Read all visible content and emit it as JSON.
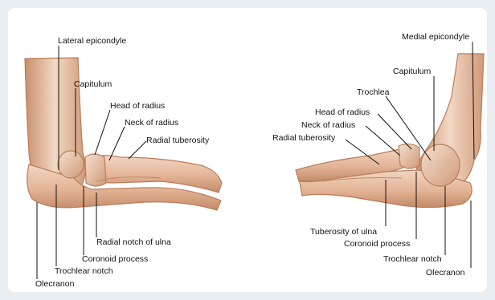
{
  "colors": {
    "page_background": "#e9eef2",
    "panel_background": "#ffffff",
    "bone_light": "#f0d2bd",
    "bone_mid": "#deac8c",
    "bone_dark": "#b97d5a",
    "label_text": "#111111"
  },
  "left_view": {
    "labels": {
      "lateral_epicondyle": "Lateral epicondyle",
      "capitulum": "Capitulum",
      "head_of_radius": "Head of radius",
      "neck_of_radius": "Neck of radius",
      "radial_tuberosity": "Radial tuberosity",
      "radial_notch_of_ulna": "Radial notch of ulna",
      "coronoid_process": "Coronoid process",
      "trochlear_notch": "Trochlear notch",
      "olecranon": "Olecranon"
    }
  },
  "right_view": {
    "labels": {
      "medial_epicondyle": "Medial epicondyle",
      "capitulum": "Capitulum",
      "trochlea": "Trochlea",
      "head_of_radius": "Head of radius",
      "neck_of_radius": "Neck of radius",
      "radial_tuberosity": "Radial tuberosity",
      "tuberosity_of_ulna": "Tuberosity of ulna",
      "coronoid_process": "Coronoid process",
      "trochlear_notch": "Trochlear notch",
      "olecranon": "Olecranon"
    }
  }
}
